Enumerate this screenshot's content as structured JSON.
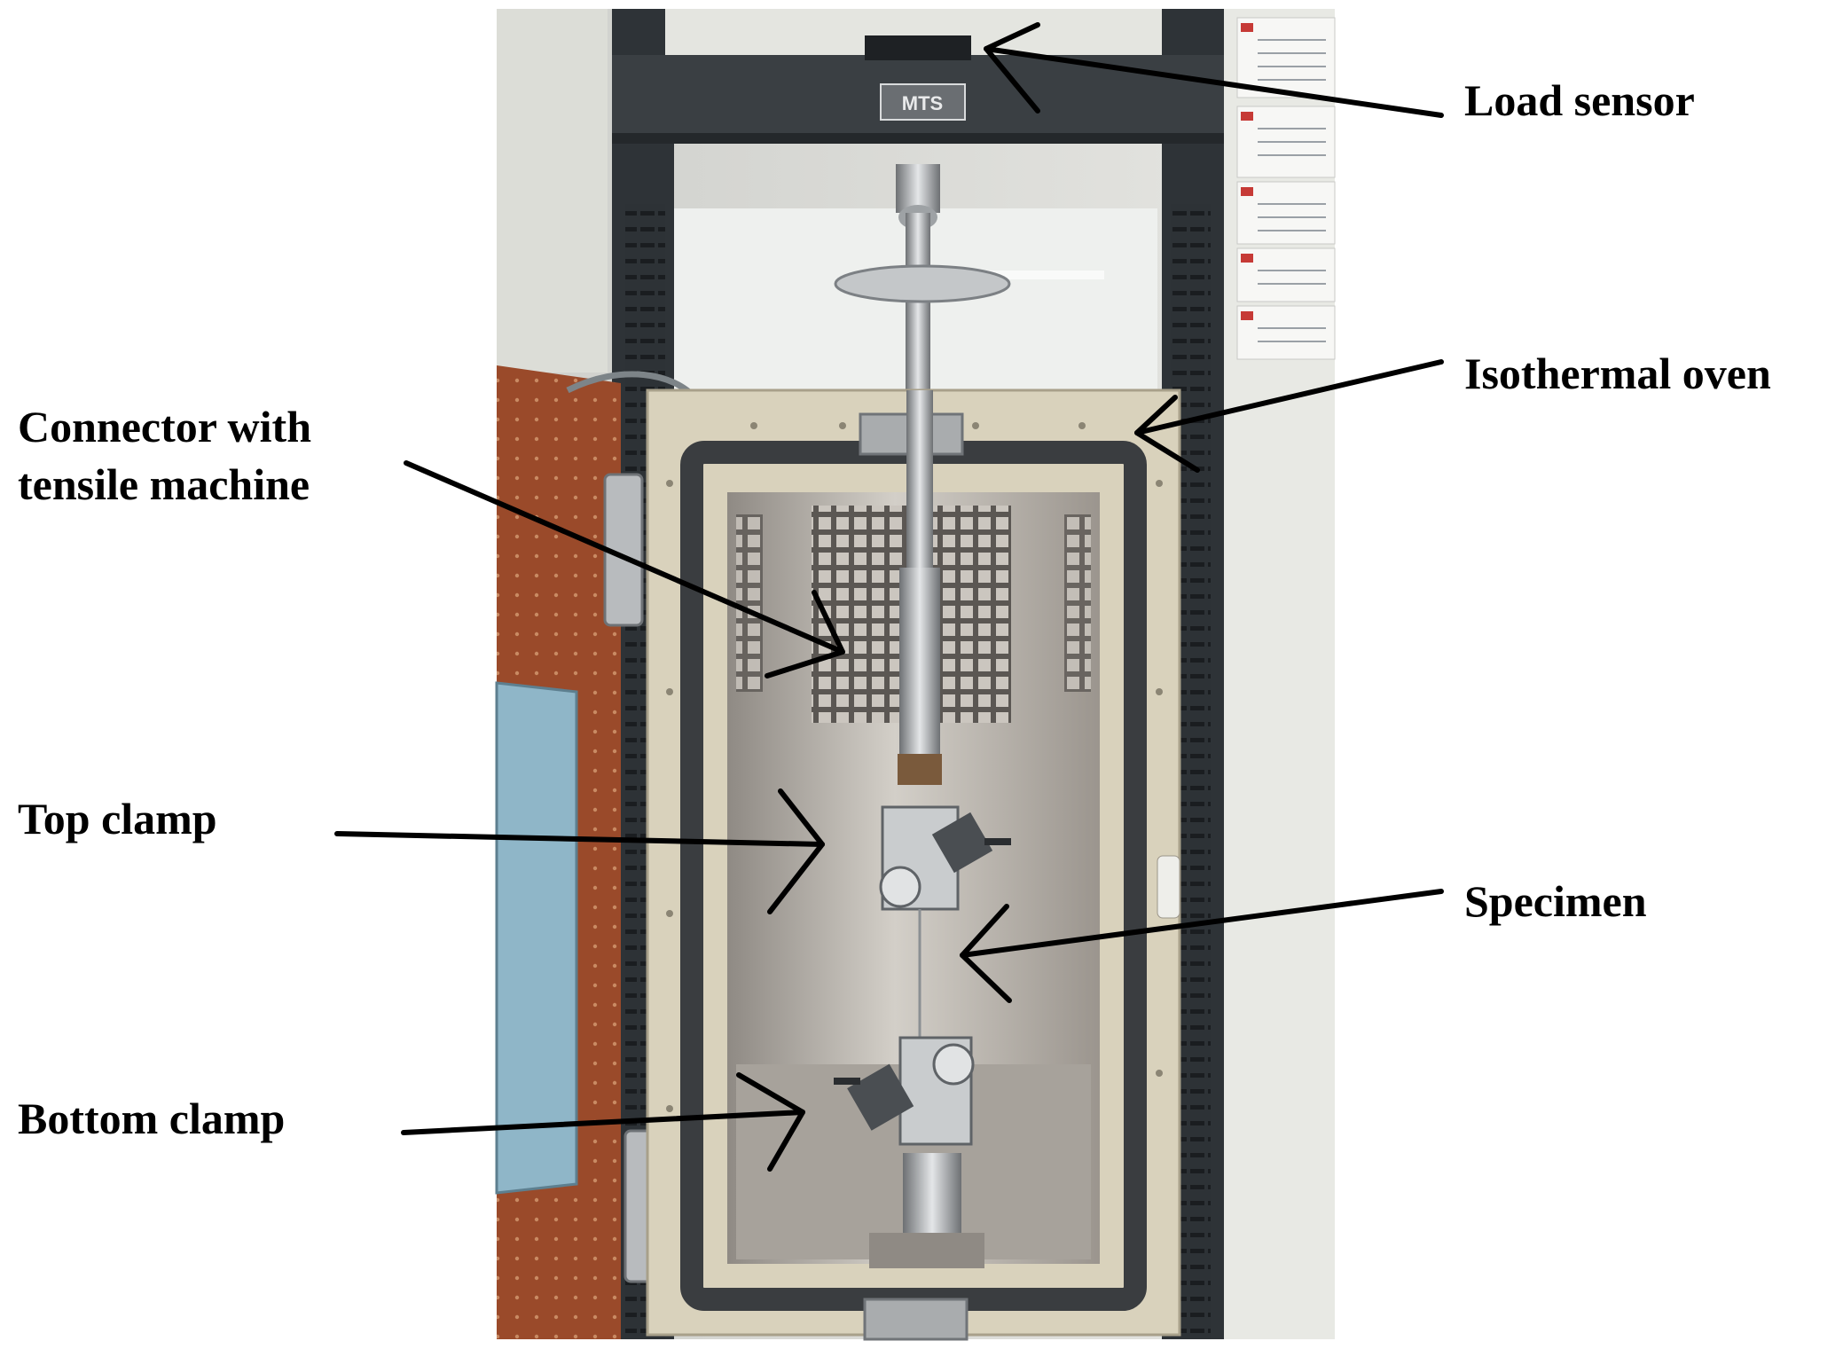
{
  "labels": {
    "load_sensor": "Load sensor",
    "isothermal_oven": "Isothermal oven",
    "connector": "Connector with\ntensile machine",
    "top_clamp": "Top clamp",
    "specimen": "Specimen",
    "bottom_clamp": "Bottom clamp"
  },
  "machine": {
    "brand": "MTS"
  },
  "colors": {
    "frame": "#2e3337",
    "oven_shell": "#d9d2bc",
    "gasket": "#3a3d40",
    "chamber": "#b7b1a9",
    "door_panel": "#9a4a2a",
    "door_glass": "#8fb6c8",
    "arrow": "#000000"
  }
}
